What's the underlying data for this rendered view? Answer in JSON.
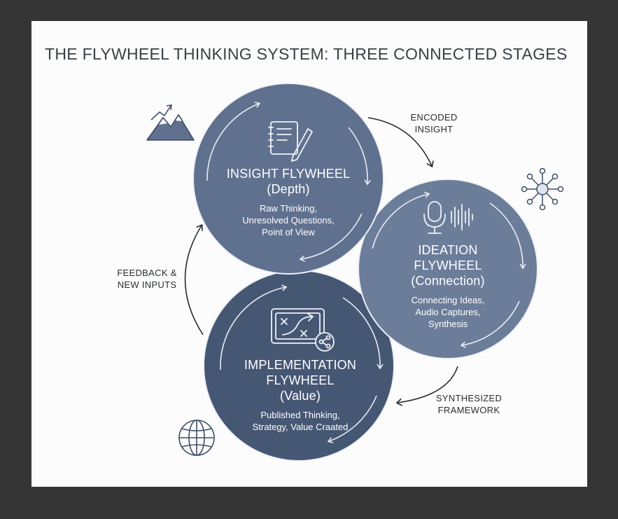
{
  "title": "THE FLYWHEEL THINKING SYSTEM: THREE CONNECTED STAGES",
  "colors": {
    "insight": "#60718f",
    "ideation": "#6c7d9a",
    "implementation": "#465774",
    "arrow": "#262a30",
    "background": "#fcfcfc"
  },
  "stages": {
    "insight": {
      "icon": "notepad-pencil-icon",
      "name_lines": [
        "INSIGHT FLYWHEEL",
        "(Depth)"
      ],
      "desc_lines": [
        "Raw Thinking,",
        "Unresolved Questions,",
        "Point of View"
      ]
    },
    "ideation": {
      "icon": "microphone-waveform-icon",
      "name_lines": [
        "IDEATION",
        "FLYWHEEL",
        "(Connection)"
      ],
      "desc_lines": [
        "Connecting Ideas,",
        "Audio Captures,",
        "Synthesis"
      ]
    },
    "implementation": {
      "icon": "strategy-board-share-icon",
      "name_lines": [
        "IMPLEMENTATION",
        "FLYWHEEL",
        "(Value)"
      ],
      "desc_lines": [
        "Published Thinking,",
        "Strategy, Value Craated"
      ]
    }
  },
  "connectors": {
    "encoded": [
      "ENCODED",
      "INSIGHT"
    ],
    "synthesized": [
      "SYNTHESIZED",
      "FRAMEWORK"
    ],
    "feedback": [
      "FEEDBACK &",
      "NEW INPUTS"
    ]
  },
  "decorations": {
    "mountain": "mountain-chart-icon",
    "network": "network-hub-icon",
    "globe": "globe-icon"
  }
}
